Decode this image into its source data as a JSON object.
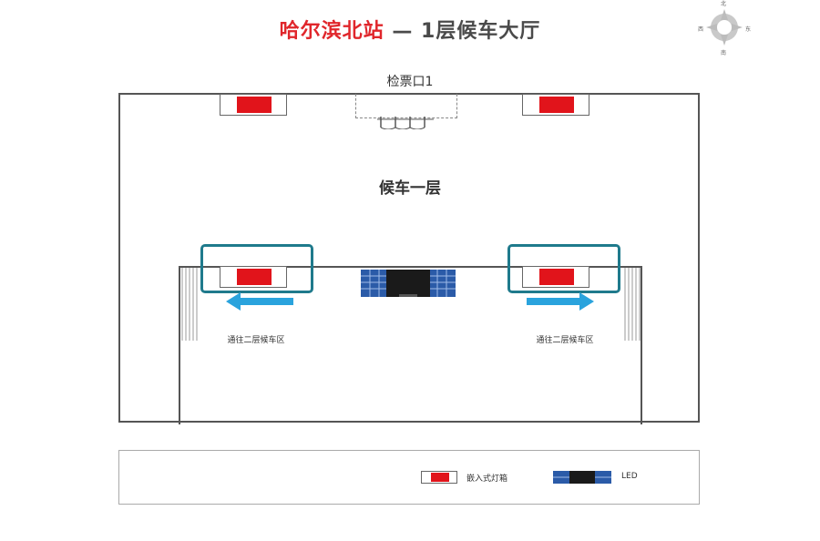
{
  "header": {
    "station": "哈尔滨北站",
    "subtitle": " — 1层候车大厅"
  },
  "compass": {
    "north": "北",
    "south": "南",
    "east": "东",
    "west": "西"
  },
  "map": {
    "gate_label": "检票口1",
    "floor_label": "候车一层",
    "left_destination": "通往二层候车区",
    "right_destination": "通往二层候车区"
  },
  "legend": {
    "lightbox_label": "嵌入式灯箱",
    "led_label": "LED"
  },
  "colors": {
    "lightbox_red": "#e1141b",
    "highlight_teal": "#1f7a8c",
    "arrow_blue": "#2aa3dd",
    "led_blue": "#2b5ba8",
    "title_red": "#e0262b"
  }
}
